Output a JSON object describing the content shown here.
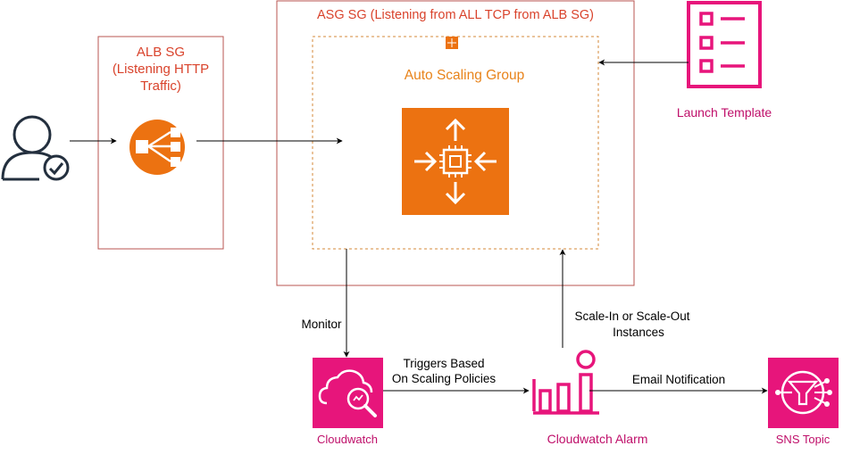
{
  "colors": {
    "sg_border": "#b85450",
    "sg_text": "#d9432c",
    "asg_dash": "#d4883a",
    "asg_text": "#e8831a",
    "aws_orange": "#ec7211",
    "pink": "#e7157b",
    "pink_text": "#bf0f6a",
    "dark": "#232f3e",
    "line": "#000000"
  },
  "alb_sg": {
    "title_line1": "ALB SG",
    "title_line2": "(Listening HTTP",
    "title_line3": "Traffic)"
  },
  "asg_sg": {
    "title": "ASG SG (Listening from ALL TCP from ALB SG)"
  },
  "asg": {
    "label": "Auto Scaling Group"
  },
  "launch_template": {
    "label": "Launch Template"
  },
  "cloudwatch": {
    "label": "Cloudwatch"
  },
  "cloudwatch_alarm": {
    "label": "Cloudwatch Alarm"
  },
  "sns": {
    "label": "SNS Topic"
  },
  "edges": {
    "monitor": "Monitor",
    "triggers_line1": "Triggers Based",
    "triggers_line2": "On Scaling Policies",
    "scale_line1": "Scale-In or Scale-Out",
    "scale_line2": "Instances",
    "email": "Email Notification"
  },
  "icons": {
    "user": "user-check-icon",
    "alb": "load-balancer-icon",
    "asg_small": "auto-scaling-small-icon",
    "ec2_autoscaling": "ec2-auto-scaling-icon",
    "launch_template": "checklist-icon",
    "cloudwatch": "cloudwatch-icon",
    "alarm": "alarm-chart-icon",
    "sns": "sns-topic-icon"
  }
}
